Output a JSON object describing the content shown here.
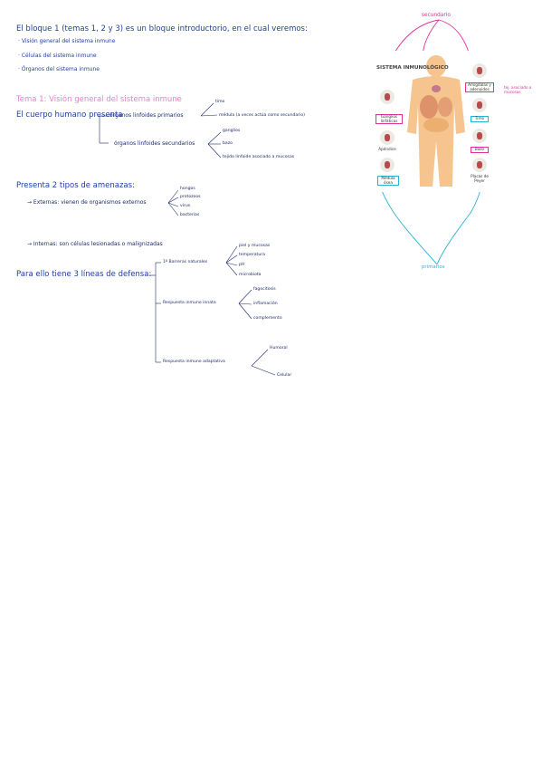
{
  "intro": {
    "line1": "El bloque 1 (temas 1, 2 y 3) es un bloque introductorio, en el cual veremos:",
    "bullets": [
      "· Visión general del sistema inmune",
      "· Células del sistema inmune",
      "· Órganos del sistema inmune"
    ]
  },
  "tema1": {
    "title": "Tema 1: Visión general del sistema inmune",
    "body_label": "El cuerpo humano presenta",
    "primary_label": "órganos linfoides primarios",
    "primary_items": [
      "timo",
      "médula (a veces actúa como secundario)"
    ],
    "secondary_label": "órganos linfoides secundarios",
    "secondary_items": [
      "ganglios",
      "bazo",
      "tejido linfoide asociado a mucosas"
    ]
  },
  "amenazas": {
    "title": "Presenta 2 tipos de amenazas:",
    "externas_label": "→ Externas: vienen de organismos externos",
    "externas_items": [
      "hongos",
      "protozoos",
      "virus",
      "bacterias"
    ],
    "internas_label": "→ Internas: son células lesionadas o malignizadas"
  },
  "defensa": {
    "title": "Para ello tiene 3 líneas de defensa:",
    "lines": [
      {
        "label": "1º Barreras naturales",
        "items": [
          "piel y mucosas",
          "temperatura",
          "pH",
          "microbiota"
        ]
      },
      {
        "label": "Respuesta inmune innata",
        "items": [
          "fagocitosis",
          "inflamación",
          "complemento"
        ]
      },
      {
        "label": "Respuesta inmune adaptativa",
        "items": [
          "Humoral",
          "Celular"
        ]
      }
    ]
  },
  "diagram": {
    "title": "SISTEMA INMUNOLÓGICO",
    "labels": {
      "ganglios": "Ganglios linfáticos",
      "apendice": "Apéndice",
      "medula": "Médula ósea",
      "amigdalas": "Amígdalas y adenoides",
      "timo": "Timo",
      "bazo": "Bazo",
      "placas": "Placas de Peyer"
    },
    "annotations": {
      "secundario": "secundario",
      "primarios": "primarios",
      "mucosas": "tej. asociado a mucosas"
    },
    "colors": {
      "pink": "#e0309a",
      "cyan": "#27b3d6",
      "body": "#f6c48e"
    }
  }
}
